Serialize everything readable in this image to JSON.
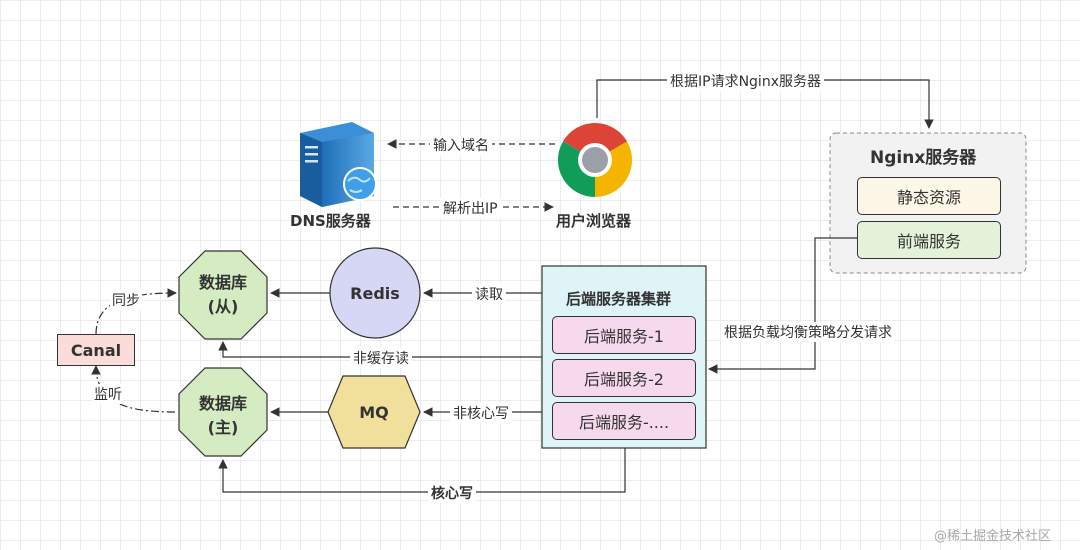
{
  "nodes": {
    "dns_server": "DNS服务器",
    "browser": "用户浏览器",
    "nginx": {
      "title": "Nginx服务器",
      "static": "静态资源",
      "frontend": "前端服务"
    },
    "backend": {
      "title": "后端服务器集群",
      "svc1": "后端服务-1",
      "svc2": "后端服务-2",
      "svc3": "后端服务-...."
    },
    "redis": "Redis",
    "mq": "MQ",
    "db_slave": {
      "line1": "数据库",
      "line2": "(从)"
    },
    "db_master": {
      "line1": "数据库",
      "line2": "(主)"
    },
    "canal": "Canal"
  },
  "edges": {
    "input_domain": "输入域名",
    "resolve_ip": "解析出IP",
    "request_nginx": "根据IP请求Nginx服务器",
    "load_balance": "根据负载均衡策略分发请求",
    "read": "读取",
    "non_cache_read": "非缓存读",
    "non_core_write": "非核心写",
    "core_write": "核心写",
    "sync": "同步",
    "listen": "监听"
  },
  "watermark": "@稀土掘金技术社区",
  "colors": {
    "redis_fill": "#d6d6f5",
    "mq_fill": "#f1e09b",
    "db_fill": "#d5ecc3",
    "canal_fill": "#fbdcd8",
    "backend_fill": "#def4f7",
    "svc_fill": "#f7d9ee",
    "nginx_fill": "#f2f2f2",
    "static_fill": "#fcf7e6",
    "frontend_fill": "#e3f2d9"
  },
  "icons": {
    "browser": "chrome-icon",
    "server": "server-globe-icon"
  }
}
